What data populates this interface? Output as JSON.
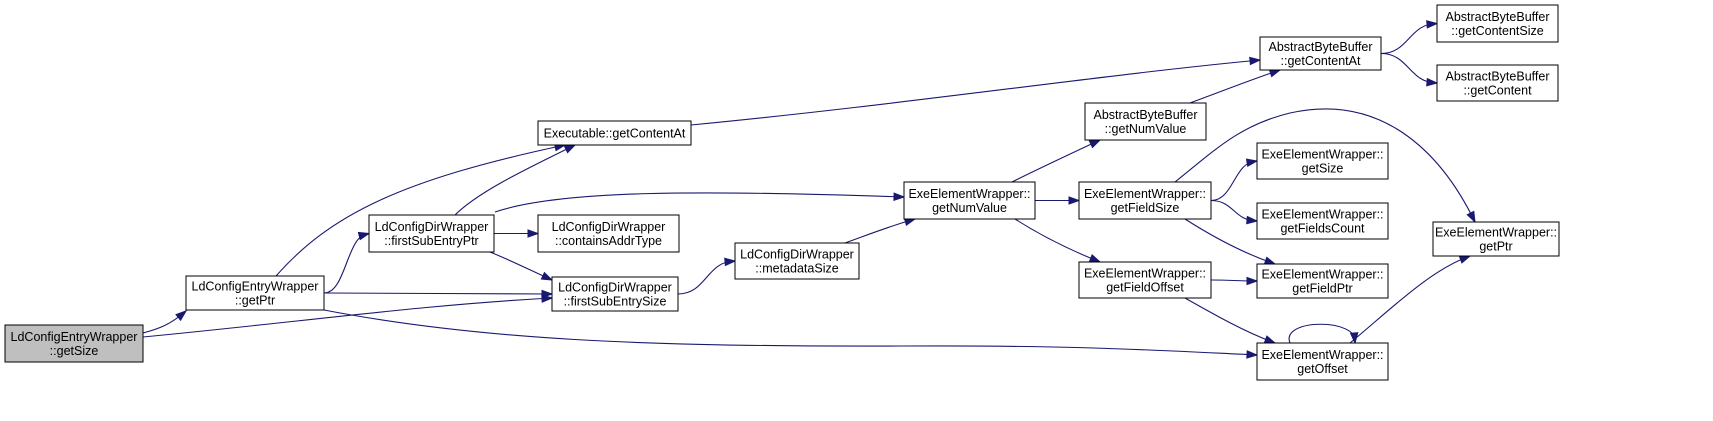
{
  "nodes": {
    "ld_entry_getsize": {
      "lines": [
        "LdConfigEntryWrapper",
        "::getSize"
      ],
      "fill": "#bfbfbf"
    },
    "ld_entry_getptr": {
      "lines": [
        "LdConfigEntryWrapper",
        "::getPtr"
      ],
      "fill": "#ffffff"
    },
    "ld_dir_firstsubentryptr": {
      "lines": [
        "LdConfigDirWrapper",
        "::firstSubEntryPtr"
      ],
      "fill": "#ffffff"
    },
    "exe_getcontentat": {
      "lines": [
        "Executable::getContentAt"
      ],
      "fill": "#ffffff"
    },
    "ld_dir_containsaddrtype": {
      "lines": [
        "LdConfigDirWrapper",
        "::containsAddrType"
      ],
      "fill": "#ffffff"
    },
    "ld_dir_firstsubentrysize": {
      "lines": [
        "LdConfigDirWrapper",
        "::firstSubEntrySize"
      ],
      "fill": "#ffffff"
    },
    "ld_dir_metadatasize": {
      "lines": [
        "LdConfigDirWrapper",
        "::metadataSize"
      ],
      "fill": "#ffffff"
    },
    "exe_el_getnumvalue": {
      "lines": [
        "ExeElementWrapper::",
        "getNumValue"
      ],
      "fill": "#ffffff"
    },
    "abb_getnumvalue": {
      "lines": [
        "AbstractByteBuffer",
        "::getNumValue"
      ],
      "fill": "#ffffff"
    },
    "abb_getcontentat": {
      "lines": [
        "AbstractByteBuffer",
        "::getContentAt"
      ],
      "fill": "#ffffff"
    },
    "abb_getcontentsize": {
      "lines": [
        "AbstractByteBuffer",
        "::getContentSize"
      ],
      "fill": "#ffffff"
    },
    "abb_getcontent": {
      "lines": [
        "AbstractByteBuffer",
        "::getContent"
      ],
      "fill": "#ffffff"
    },
    "exe_el_getfieldsize": {
      "lines": [
        "ExeElementWrapper::",
        "getFieldSize"
      ],
      "fill": "#ffffff"
    },
    "exe_el_getfieldoffset": {
      "lines": [
        "ExeElementWrapper::",
        "getFieldOffset"
      ],
      "fill": "#ffffff"
    },
    "exe_el_getsize": {
      "lines": [
        "ExeElementWrapper::",
        "getSize"
      ],
      "fill": "#ffffff"
    },
    "exe_el_getfieldscount": {
      "lines": [
        "ExeElementWrapper::",
        "getFieldsCount"
      ],
      "fill": "#ffffff"
    },
    "exe_el_getfieldptr": {
      "lines": [
        "ExeElementWrapper::",
        "getFieldPtr"
      ],
      "fill": "#ffffff"
    },
    "exe_el_getoffset": {
      "lines": [
        "ExeElementWrapper::",
        "getOffset"
      ],
      "fill": "#ffffff"
    },
    "exe_el_getptr": {
      "lines": [
        "ExeElementWrapper::",
        "getPtr"
      ],
      "fill": "#ffffff"
    }
  },
  "edges": [
    [
      "ld_entry_getsize",
      "ld_entry_getptr"
    ],
    [
      "ld_entry_getsize",
      "exe_getcontentat"
    ],
    [
      "ld_entry_getsize",
      "ld_dir_firstsubentrysize"
    ],
    [
      "ld_entry_getptr",
      "ld_dir_firstsubentryptr"
    ],
    [
      "ld_entry_getptr",
      "ld_dir_firstsubentrysize"
    ],
    [
      "ld_entry_getptr",
      "exe_el_getoffset"
    ],
    [
      "ld_dir_firstsubentryptr",
      "exe_getcontentat"
    ],
    [
      "ld_dir_firstsubentryptr",
      "ld_dir_containsaddrtype"
    ],
    [
      "ld_dir_firstsubentryptr",
      "ld_dir_firstsubentrysize"
    ],
    [
      "ld_dir_firstsubentryptr",
      "exe_el_getnumvalue"
    ],
    [
      "exe_getcontentat",
      "abb_getcontentat"
    ],
    [
      "ld_dir_firstsubentrysize",
      "ld_dir_metadatasize"
    ],
    [
      "ld_dir_metadatasize",
      "exe_el_getnumvalue"
    ],
    [
      "exe_el_getnumvalue",
      "abb_getnumvalue"
    ],
    [
      "exe_el_getnumvalue",
      "exe_el_getfieldsize"
    ],
    [
      "exe_el_getnumvalue",
      "exe_el_getfieldoffset"
    ],
    [
      "abb_getnumvalue",
      "abb_getcontentat"
    ],
    [
      "abb_getcontentat",
      "abb_getcontentsize"
    ],
    [
      "abb_getcontentat",
      "abb_getcontent"
    ],
    [
      "exe_el_getfieldsize",
      "exe_el_getsize"
    ],
    [
      "exe_el_getfieldsize",
      "exe_el_getfieldscount"
    ],
    [
      "exe_el_getfieldsize",
      "exe_el_getfieldptr"
    ],
    [
      "exe_el_getfieldsize",
      "exe_el_getptr"
    ],
    [
      "exe_el_getfieldoffset",
      "exe_el_getfieldptr"
    ],
    [
      "exe_el_getfieldoffset",
      "exe_el_getoffset"
    ],
    [
      "exe_el_getoffset",
      "exe_el_getptr"
    ],
    [
      "exe_el_getoffset",
      "exe_el_getoffset"
    ]
  ],
  "colors": {
    "edge": "#191970",
    "node_border": "#000000",
    "highlight_fill": "#bfbfbf"
  }
}
